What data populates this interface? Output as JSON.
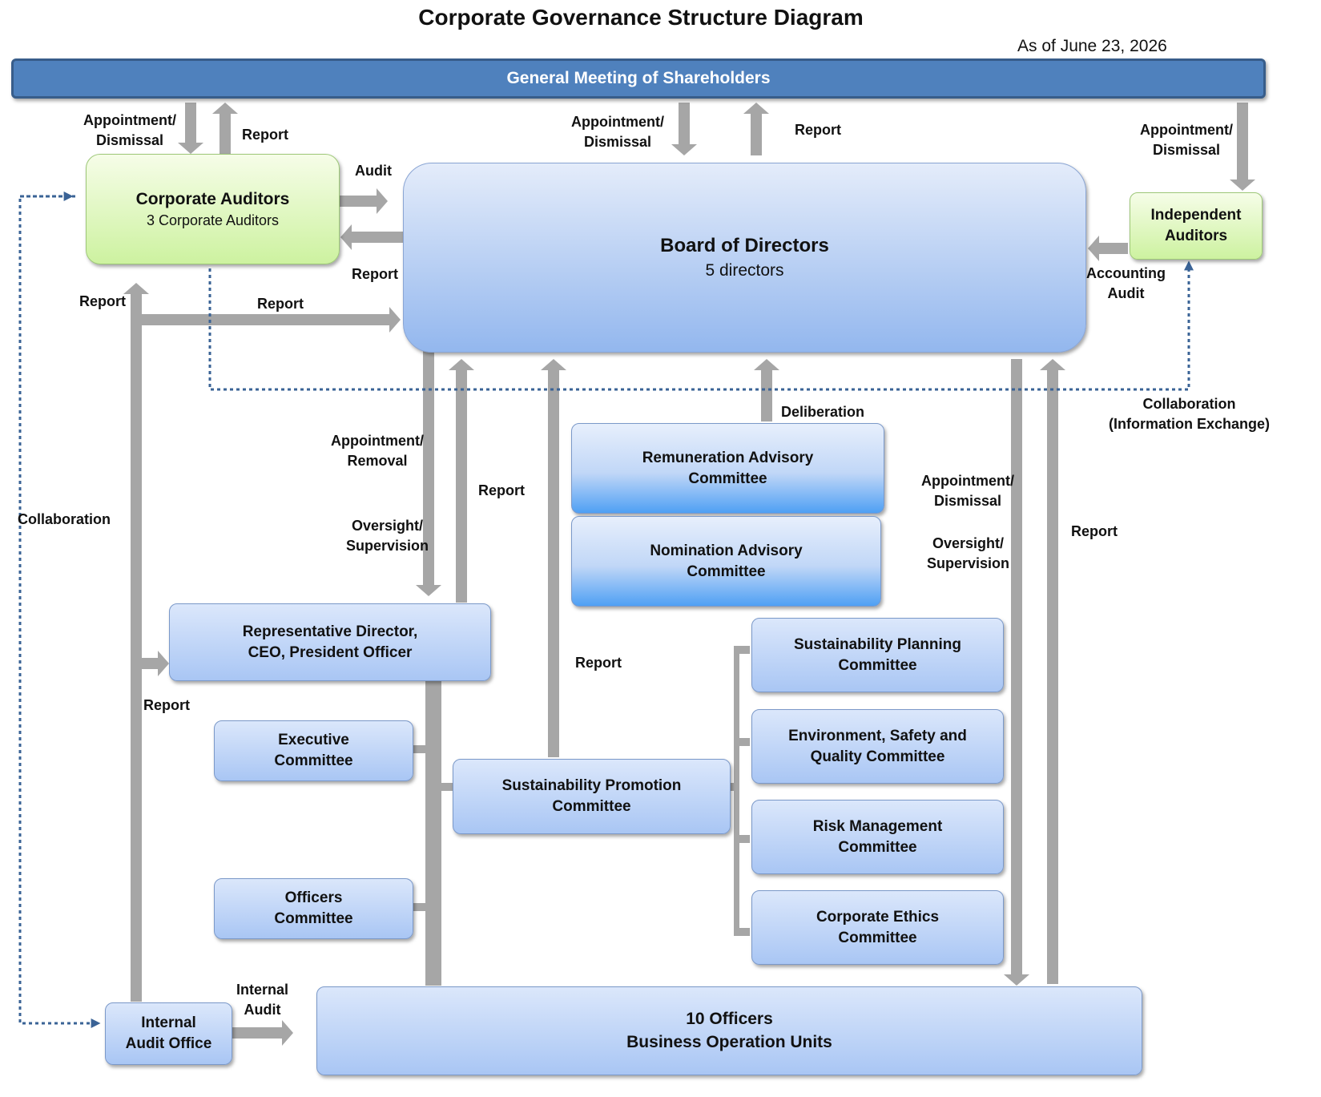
{
  "title": "Corporate Governance Structure Diagram",
  "as_of": "As of June 23, 2026",
  "nodes": {
    "shareholders": "General Meeting of Shareholders",
    "auditors": {
      "name": "Corporate Auditors",
      "detail": "3 Corporate Auditors"
    },
    "board": {
      "name": "Board of Directors",
      "detail": "5 directors"
    },
    "independent_auditors": [
      "Independent",
      "Auditors"
    ],
    "remuneration": [
      "Remuneration Advisory",
      "Committee"
    ],
    "nomination": [
      "Nomination Advisory",
      "Committee"
    ],
    "representative": [
      "Representative Director,",
      "CEO, President Officer"
    ],
    "executive": [
      "Executive",
      "Committee"
    ],
    "officers_committee": [
      "Officers",
      "Committee"
    ],
    "sustainability_promotion": [
      "Sustainability Promotion",
      "Committee"
    ],
    "sustainability_planning": [
      "Sustainability Planning",
      "Committee"
    ],
    "esq": [
      "Environment, Safety and",
      "Quality Committee"
    ],
    "risk": [
      "Risk Management",
      "Committee"
    ],
    "ethics": [
      "Corporate Ethics",
      "Committee"
    ],
    "internal_audit": [
      "Internal",
      "Audit Office"
    ],
    "business_units": [
      "10 Officers",
      "Business Operation Units"
    ]
  },
  "labels": {
    "appt_dismissal_left": [
      "Appointment/",
      "Dismissal"
    ],
    "report_left_top": "Report",
    "appt_dismissal_center": [
      "Appointment/",
      "Dismissal"
    ],
    "report_center_top": "Report",
    "appt_dismissal_right": [
      "Appointment/",
      "Dismissal"
    ],
    "audit": "Audit",
    "report_to_auditors": "Report",
    "report_internal_up": "Report",
    "report_internal_to_board": "Report",
    "accounting_audit": [
      "Accounting",
      "Audit"
    ],
    "collaboration_info": [
      "Collaboration",
      "(Information Exchange)"
    ],
    "collaboration": "Collaboration",
    "appt_removal": [
      "Appointment/",
      "Removal"
    ],
    "oversight_left": [
      "Oversight/",
      "Supervision"
    ],
    "report_rep_to_board": "Report",
    "deliberation": "Deliberation",
    "report_sust_to_board": "Report",
    "appt_dismissal_units": [
      "Appointment/",
      "Dismissal"
    ],
    "oversight_right": [
      "Oversight/",
      "Supervision"
    ],
    "report_units_to_board": "Report",
    "report_internal_to_rep": "Report",
    "internal_audit": [
      "Internal",
      "Audit"
    ]
  },
  "colors": {
    "connector": "#a6a6a6",
    "dotted": "#3a6396",
    "shareholders_fill": "#4f81bd"
  }
}
